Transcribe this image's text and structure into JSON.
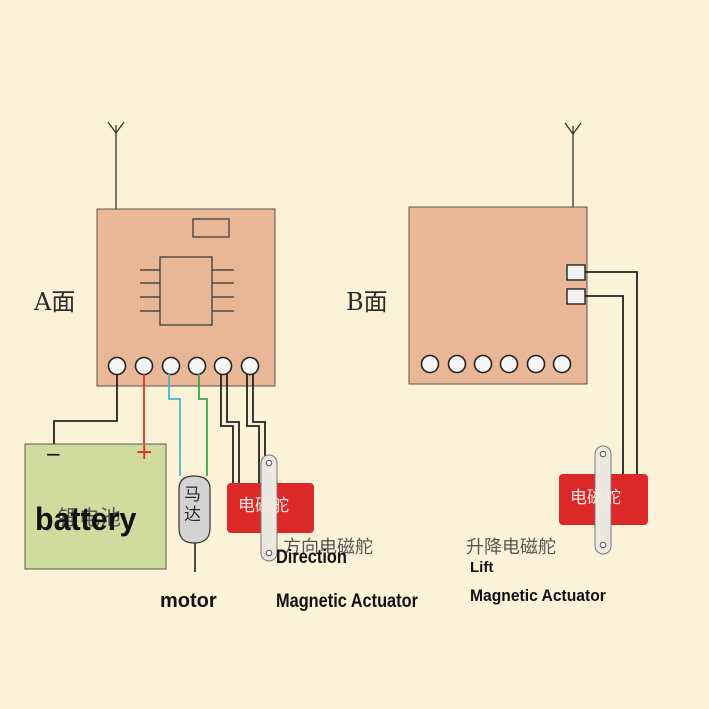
{
  "board_a": {
    "label": "A面"
  },
  "board_b": {
    "label": "B面"
  },
  "battery": {
    "label_cn": "锂电池",
    "label_en": "battery",
    "minus": "−",
    "plus": "+"
  },
  "motor": {
    "label_cn": "马达",
    "label_en": "motor"
  },
  "direction_actuator": {
    "body_label": "电磁舵",
    "label_cn": "方向电磁舵",
    "label_en_1": "Direction",
    "label_en_2": "Magnetic Actuator"
  },
  "lift_actuator": {
    "body_label": "电磁舵",
    "label_cn": "升降电磁舵",
    "label_en_1": "Lift",
    "label_en_2": "Magnetic Actuator"
  },
  "colors": {
    "background": "#fbf2d8",
    "board": "#e9b796",
    "battery": "#cfdc9e",
    "actuator": "#dc2828",
    "wire_red": "#e03020",
    "wire_cyan": "#48b8c8",
    "wire_green": "#38a848"
  }
}
